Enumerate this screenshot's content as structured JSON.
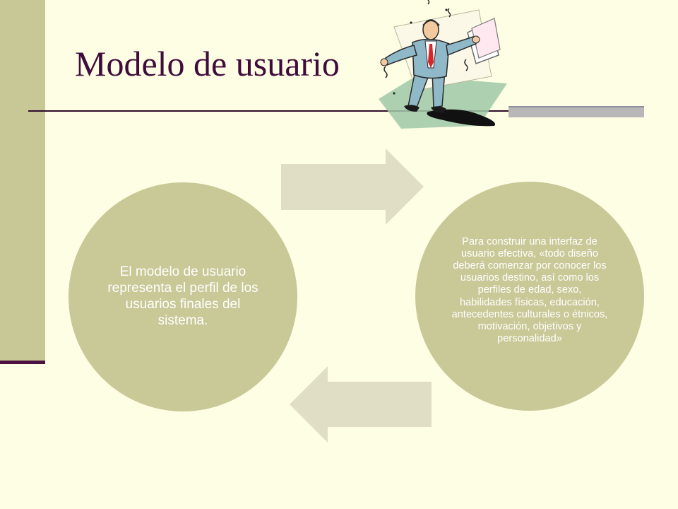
{
  "slide": {
    "title": "Modelo de usuario"
  },
  "cycle": {
    "left_node_text": "El modelo de usuario representa el perfil de los usuarios finales del sistema.",
    "right_node_text": "Para construir una interfaz de usuario efectiva, «todo diseño deberá comenzar por conocer los usuarios destino, así como los perfiles de edad, sexo, habilidades físicas, educación, antecedentes culturales o étnicos, motivación, objetivos y personalidad»"
  },
  "illustration": {
    "icon": "stressed-businessman-with-papers-icon"
  },
  "colors": {
    "background": "#fefee4",
    "accent_band": "#c8c796",
    "title": "#3f0c3b",
    "circle": "#c9c897",
    "arrow": "#e0dfc5",
    "circle_text": "#ffffff"
  }
}
